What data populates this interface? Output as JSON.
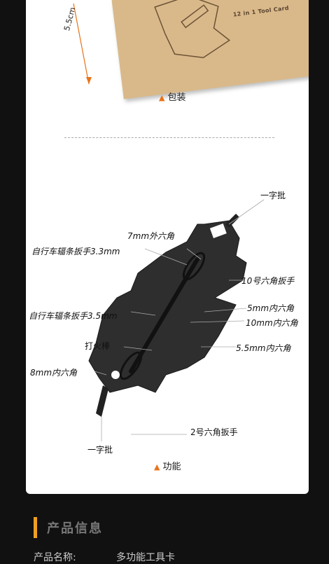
{
  "package": {
    "box_label": "12 in 1 Tool Card",
    "dimension": "5.5cm",
    "caption": "包装"
  },
  "diagram": {
    "labels": {
      "slot_top": "一字批",
      "hex7": "7mm外六角",
      "spoke33": "自行车辐条扳手3.3mm",
      "hex10": "10号六角扳手",
      "spoke35": "自行车辐条扳手3.5mm",
      "inner5": "5mm内六角",
      "inner10": "10mm内六角",
      "fire": "打火棒",
      "inner55": "5.5mm内六角",
      "inner8": "8mm内六角",
      "hex2": "2号六角扳手",
      "slot_bottom": "一字批"
    },
    "caption": "功能"
  },
  "info": {
    "section_title": "产品信息",
    "name_label": "产品名称:",
    "name_value": "多功能工具卡"
  },
  "colors": {
    "accent": "#e8731a",
    "section_bar": "#f0a020",
    "tool": "#2a2a2a"
  }
}
